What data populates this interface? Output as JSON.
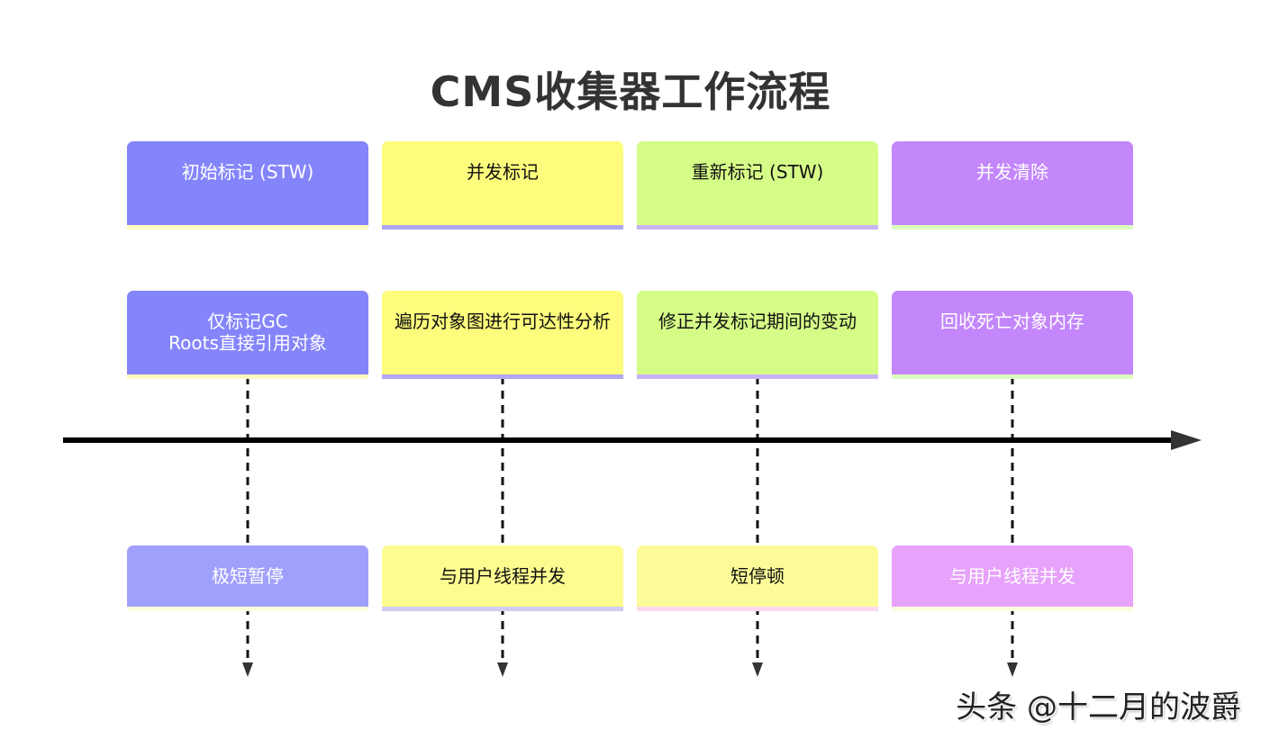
{
  "title": "CMS收集器工作流程",
  "phases": [
    {
      "name": "初始标记 (STW)",
      "description": "仅标记GC\nRoots直接引用对象",
      "pause": "极短暂停",
      "color": "#8585fb",
      "pause_color": "#a0a0fc",
      "text_tone": "light"
    },
    {
      "name": "并发标记",
      "description": "遍历对象图进行可达性分析",
      "pause": "与用户线程并发",
      "color": "#fdfc7c",
      "pause_color": "#fdfc90",
      "text_tone": "dark"
    },
    {
      "name": "重新标记 (STW)",
      "description": "修正并发标记期间的变动",
      "pause": "短停顿",
      "color": "#d6fc88",
      "pause_color": "#fbfb98",
      "text_tone": "dark"
    },
    {
      "name": "并发清除",
      "description": "回收死亡对象内存",
      "pause": "与用户线程并发",
      "color": "#c387fb",
      "pause_color": "#e7a2fb",
      "text_tone": "light"
    }
  ],
  "timeline": {
    "axis_icon": "arrow-right-icon",
    "drop_icon": "arrow-down-icon"
  },
  "watermark": "头条 @十二月的波爵"
}
